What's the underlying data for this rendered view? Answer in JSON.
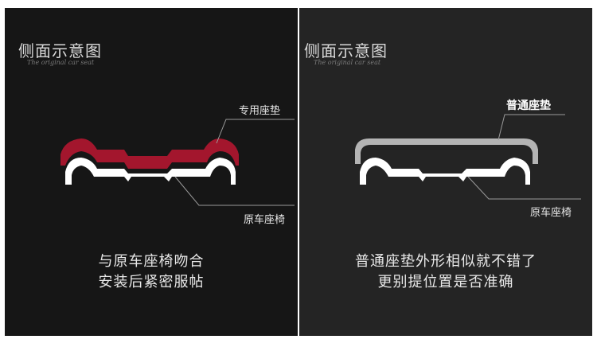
{
  "left_panel": {
    "title": "侧面示意图",
    "subtitle": "The original car seat",
    "cushion_label": "专用座垫",
    "seat_label": "原车座椅",
    "caption_line1": "与原车座椅吻合",
    "caption_line2": "安装后紧密服帖",
    "cushion_color": "#a3162d",
    "seat_color": "#ffffff"
  },
  "right_panel": {
    "title": "侧面示意图",
    "subtitle": "The original car seat",
    "cushion_label": "普通座垫",
    "seat_label": "原车座椅",
    "caption_line1": "普通座垫外形相似就不错了",
    "caption_line2": "更别提位置是否准确",
    "cushion_color": "#b4b4b4",
    "seat_color": "#ffffff"
  }
}
